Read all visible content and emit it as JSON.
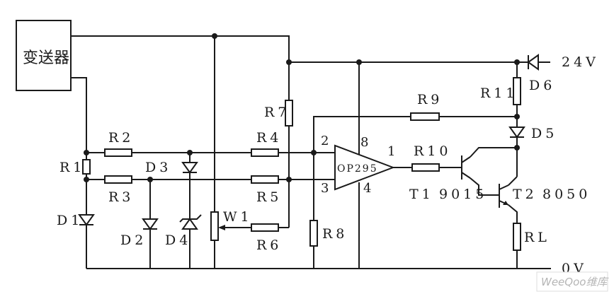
{
  "diagram": {
    "type": "circuit-schematic",
    "transmitter_label": "变送器",
    "supply_label": "24V",
    "ground_label": "0V",
    "opamp": {
      "label": "OP295",
      "pins": {
        "inv": "2",
        "noninv": "3",
        "out": "1",
        "vplus": "8",
        "vminus": "4"
      }
    },
    "resistors": {
      "R1": "R1",
      "R2": "R2",
      "R3": "R3",
      "R4": "R4",
      "R5": "R5",
      "R6": "R6",
      "R7": "R7",
      "R8": "R8",
      "R9": "R9",
      "R10": "R10",
      "R11": "R11",
      "RL": "RL"
    },
    "potentiometer": "W1",
    "diodes": {
      "D1": "D1",
      "D2": "D2",
      "D3": "D3",
      "D4": "D4",
      "D5": "D5",
      "D6": "D6"
    },
    "transistors": {
      "T1": {
        "label": "T1",
        "part": "9015"
      },
      "T2": {
        "label": "T2",
        "part": "8050"
      }
    },
    "watermark": {
      "text": "WeeQoo维库"
    }
  }
}
